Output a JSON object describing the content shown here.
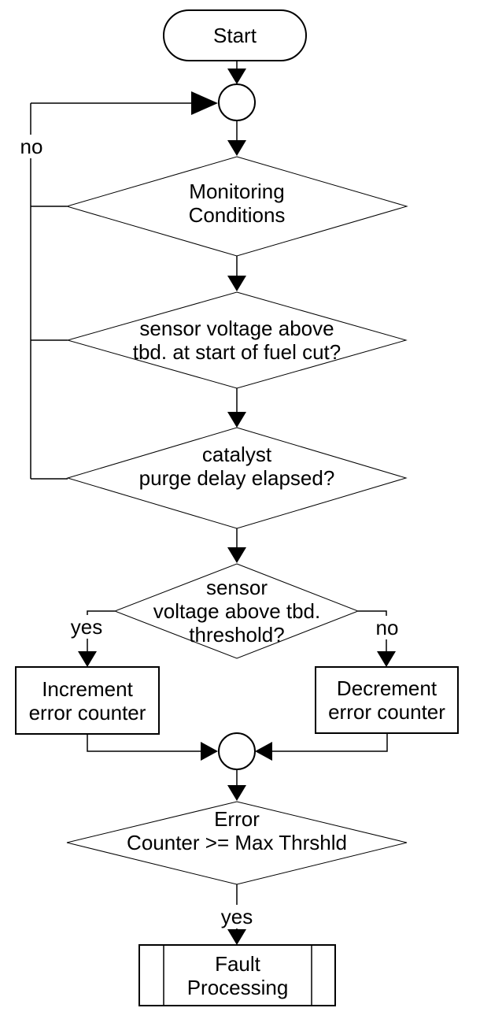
{
  "colors": {
    "stroke": "#000000",
    "arrow_fill": "#000000",
    "background": "#ffffff"
  },
  "nodes": {
    "start": {
      "type": "terminator",
      "label": "Start"
    },
    "monitoring_conditions": {
      "type": "decision",
      "label": "Monitoring\nConditions"
    },
    "sensor_voltage_fuel_cut": {
      "type": "decision",
      "label": "sensor voltage above\ntbd. at start of fuel cut?"
    },
    "catalyst_purge_delay": {
      "type": "decision",
      "label": "catalyst\npurge delay elapsed?"
    },
    "sensor_voltage_threshold": {
      "type": "decision",
      "label": "sensor\nvoltage above tbd.\nthreshold?"
    },
    "increment_error_counter": {
      "type": "process",
      "label": "Increment\nerror counter"
    },
    "decrement_error_counter": {
      "type": "process",
      "label": "Decrement\nerror counter"
    },
    "error_counter_check": {
      "type": "decision",
      "label": "Error\nCounter >= Max Thrshld"
    },
    "fault_processing": {
      "type": "predefined_process",
      "label": "Fault\nProcessing"
    }
  },
  "edge_labels": {
    "loop_no": "no",
    "threshold_yes": "yes",
    "threshold_no": "no",
    "fault_yes": "yes"
  }
}
